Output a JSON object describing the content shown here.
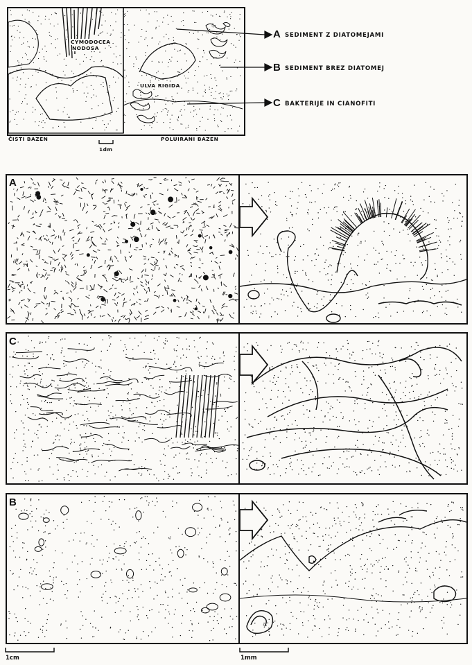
{
  "top": {
    "left_basin_label": "ČISTI BAZEN",
    "right_basin_label": "POLUIRANI BAZEN",
    "scale_label": "1dm",
    "plant_labels": {
      "cymodocea_line1": "CYMODOCEA",
      "cymodocea_line2": "NODOSA",
      "ulva": "ULVA RIGIDA"
    }
  },
  "legend": [
    {
      "letter": "A",
      "text": "SEDIMENT Z DIATOMEJAMI"
    },
    {
      "letter": "B",
      "text": "SEDIMENT BREZ DIATOMEJ"
    },
    {
      "letter": "C",
      "text": "BAKTERIJE IN CIANOFITI"
    }
  ],
  "panels": [
    {
      "label": "A"
    },
    {
      "label": "C"
    },
    {
      "label": "B"
    }
  ],
  "scales": {
    "left": "1cm",
    "right": "1mm"
  },
  "colors": {
    "ink": "#111111",
    "paper": "#fbfaf7"
  }
}
